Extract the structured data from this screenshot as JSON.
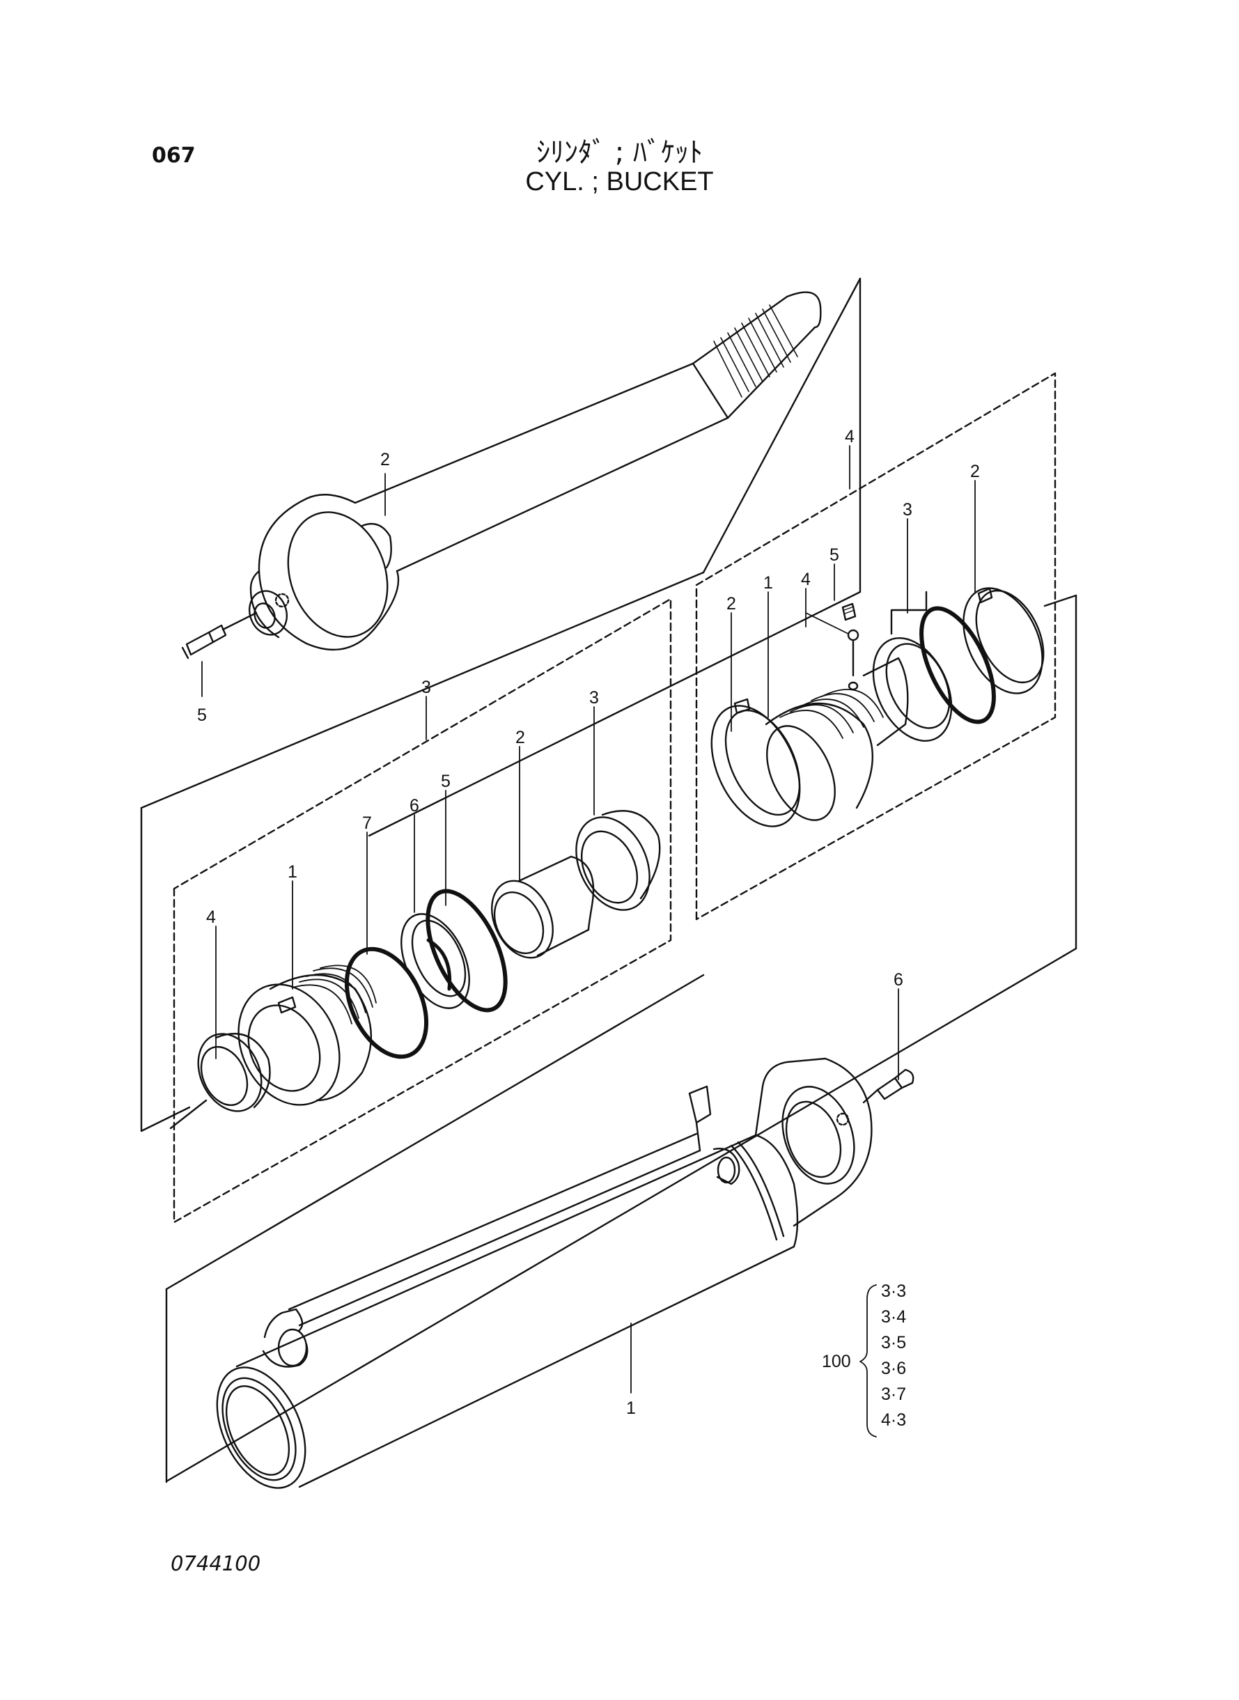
{
  "header": {
    "page_number": "067",
    "title_jp": "ｼﾘﾝﾀﾞ ; ﾊﾞｹｯﾄ",
    "title_en": "CYL. ; BUCKET"
  },
  "callouts": {
    "rod": "2",
    "rod_fitting": "5",
    "kit3": "3",
    "kit3_part1": "1",
    "kit3_part2": "2",
    "kit3_part3": "3",
    "kit3_part4": "4",
    "kit3_part5": "5",
    "kit3_part6": "6",
    "kit3_part7": "7",
    "kit4": "4",
    "kit4_part1": "1",
    "kit4_part2_left": "2",
    "kit4_part2_right": "2",
    "kit4_part3": "3",
    "kit4_part4": "4",
    "kit4_part5": "5",
    "tube": "1",
    "tube_fitting": "6"
  },
  "kit_list": {
    "number": "100",
    "items": [
      "3·3",
      "3·4",
      "3·5",
      "3·6",
      "3·7",
      "4·3"
    ]
  },
  "footer": {
    "figure_code": "0744100"
  }
}
